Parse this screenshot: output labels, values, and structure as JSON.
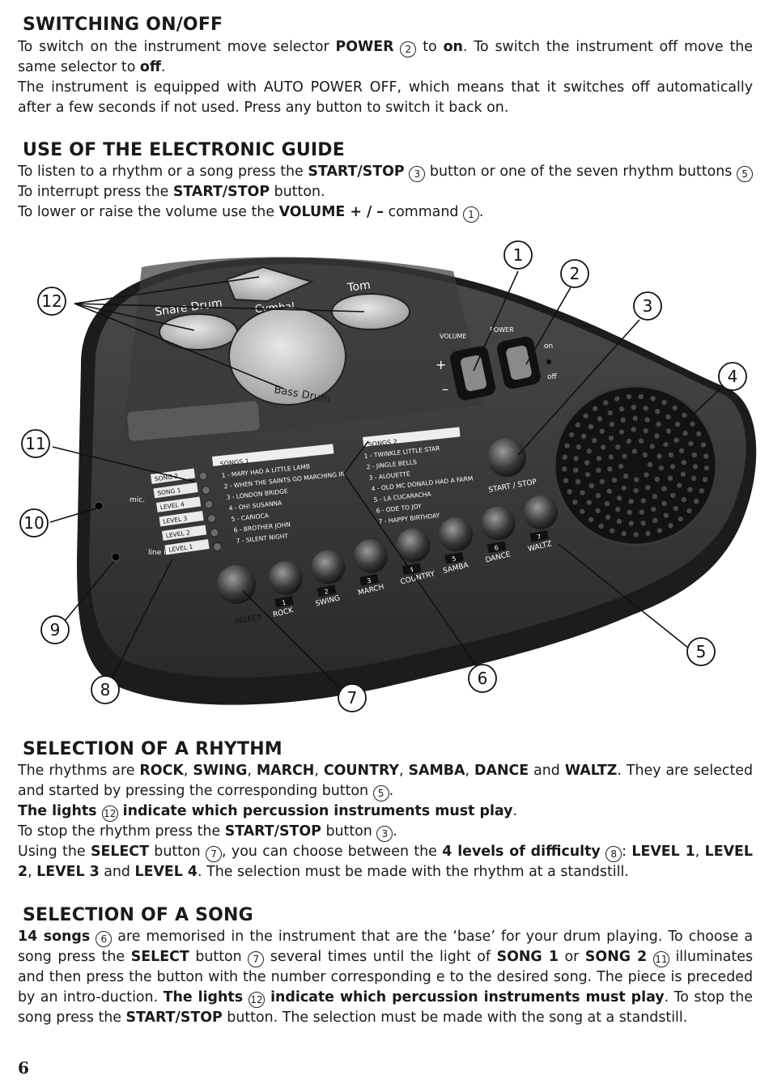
{
  "sections": {
    "switching": {
      "title": "SWITCHING ON/OFF",
      "p1_a": "To switch on the instrument move selector ",
      "p1_power": "POWER",
      "p1_num": "2",
      "p1_b": " to ",
      "p1_on": "on",
      "p1_c": ". To switch the instrument  off move the same selector to ",
      "p1_off": "off",
      "p1_d": ".",
      "p2": "The instrument is equipped with AUTO POWER OFF, which means that it switches off automatically after a few seconds if not used. Press any button to switch it back on."
    },
    "guide": {
      "title": "USE OF THE ELECTRONIC GUIDE",
      "l1_a": "To listen to a rhythm or a song press the ",
      "l1_start": "START/STOP",
      "l1_num3": "3",
      "l1_b": " button or one of the seven rhythm buttons ",
      "l1_num5": "5",
      "l1_c": ".",
      "l2_a": "To interrupt press the ",
      "l2_start": "START/STOP",
      "l2_b": " button.",
      "l3_a": "To lower or raise the volume use the  ",
      "l3_vol": "VOLUME  + / –",
      "l3_b": "  command ",
      "l3_num": "1",
      "l3_c": "."
    },
    "rhythm": {
      "title": "SELECTION OF A RHYTHM",
      "p1_a": "The rhythms are ",
      "rock": "ROCK",
      "swing": "SWING",
      "march": "MARCH",
      "country": "COUNTRY",
      "samba": "SAMBA",
      "dance": "DANCE",
      "waltz": "WALTZ",
      "and": " and ",
      "comma": ", ",
      "p1_b": ". They are selected and started by pressing the corresponding button ",
      "p1_num": "5",
      "p1_c": ".",
      "p2_a": "The lights ",
      "p2_num": "12",
      "p2_b": " indicate which percussion instruments must play",
      "p2_c": ".",
      "p3_a": "To stop the rhythm press the ",
      "p3_start": "START/STOP",
      "p3_b": " button ",
      "p3_num": "3",
      "p3_c": ".",
      "p4_a": "Using the ",
      "p4_select": "SELECT",
      "p4_b": " button ",
      "p4_num7": "7",
      "p4_c": ", you can choose between the ",
      "p4_levels": "4 levels of difficulty",
      "p4_num8": "8",
      "p4_d": ": ",
      "level1": "LEVEL 1",
      "level2": "LEVEL 2",
      "level3": "LEVEL 3",
      "level4": "LEVEL 4",
      "p4_e": ". The selection must be made with the rhythm at a standstill."
    },
    "song": {
      "title": "SELECTION OF A SONG",
      "p_songs": "14 songs",
      "p_num6": "6",
      "p_a": " are memorised in the instrument that are the ‘base’ for your drum playing. To choose a song press the ",
      "p_select": "SELECT",
      "p_b": " button ",
      "p_num7": "7",
      "p_c": " several times until the light of ",
      "p_song1": "SONG 1",
      "p_or": " or ",
      "p_song2": "SONG 2",
      "p_num11": "11",
      "p_d": " illuminates and then press the button with the number corresponding e to the desired song. The piece is preceded by an intro-duction. ",
      "p_lights": "The lights ",
      "p_num12": "12",
      "p_indicate": " indicate which percussion instruments must play",
      "p_e": ". To stop the song press the ",
      "p_start": "START/STOP",
      "p_f": " button. The selection must be made with the song at a standstill."
    }
  },
  "figure": {
    "callouts": [
      "1",
      "2",
      "3",
      "4",
      "5",
      "6",
      "7",
      "8",
      "9",
      "10",
      "11",
      "12"
    ],
    "pads": {
      "cymbal": "Cymbal",
      "tom": "Tom",
      "snare": "Snare Drum",
      "bass": "Bass Drum"
    },
    "volume_label": "VOLUME",
    "power_label": "POWER",
    "plus": "+",
    "minus": "–",
    "on_label": "on",
    "off_label": "off",
    "start_stop_label": "START / STOP",
    "songs1_label": "SONGS 1",
    "songs2_label": "SONGS 2",
    "songs1": [
      "1 - MARY HAD A LITTLE LAMB",
      "2 - WHEN THE SAINTS GO MARCHING IN",
      "3 - LONDON BRIDGE",
      "4 - OH! SUSANNA",
      "5 - CARIOCA",
      "6 - BROTHER JOHN",
      "7 - SILENT NIGHT"
    ],
    "songs2": [
      "1 - TWINKLE LITTLE STAR",
      "2 - JINGLE BELLS",
      "3 - ALOUETTE",
      "4 - OLD MC DONALD HAD A FARM",
      "5 - LA CUCARACHA",
      "6 - ODE TO JOY",
      "7 - HAPPY BIRTHDAY"
    ],
    "indicators": [
      "SONG 2",
      "SONG 1",
      "LEVEL 4",
      "LEVEL 3",
      "LEVEL 2",
      "LEVEL 1"
    ],
    "jack_mic": "mic.",
    "jack_line": "line in",
    "select_label": "SELECT",
    "rhythm_buttons": [
      {
        "num": "1",
        "name": "ROCK"
      },
      {
        "num": "2",
        "name": "SWING"
      },
      {
        "num": "3",
        "name": "MARCH"
      },
      {
        "num": "4",
        "name": "COUNTRY"
      },
      {
        "num": "5",
        "name": "SAMBA"
      },
      {
        "num": "6",
        "name": "DANCE"
      },
      {
        "num": "7",
        "name": "WALTZ"
      }
    ]
  },
  "page_number": "6"
}
